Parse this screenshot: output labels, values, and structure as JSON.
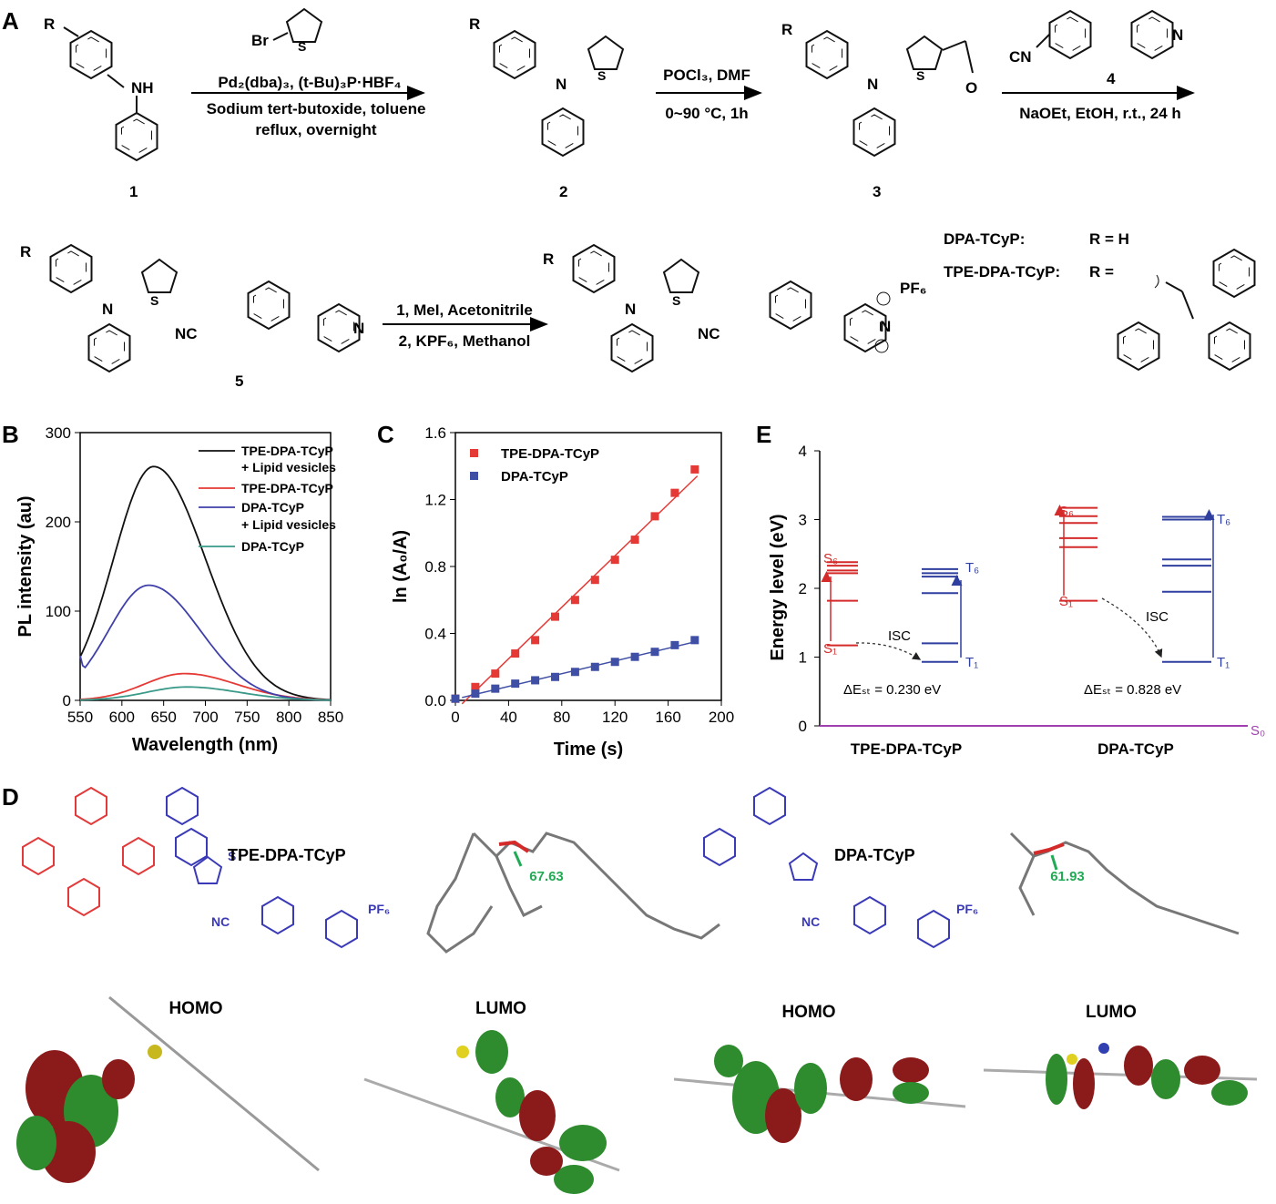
{
  "panels": {
    "A": "A",
    "B": "B",
    "C": "C",
    "D": "D",
    "E": "E"
  },
  "schemeA": {
    "sub_R": "R",
    "nh": "NH",
    "br": "Br",
    "s": "S",
    "n": "N",
    "o": "O",
    "cn": "CN",
    "nc": "NC",
    "r1_line1": "Pd₂(dba)₃, (t-Bu)₃P·HBF₄",
    "r1_line2": "Sodium tert-butoxide, toluene",
    "r1_line3": "reflux, overnight",
    "r2_line1": "POCl₃, DMF",
    "r2_line2": "0~90 °C, 1h",
    "r3_num": "4",
    "r3_line": "NaOEt, EtOH, r.t., 24 h",
    "r4_line1": "1, MeI, Acetonitrile",
    "r4_line2": "2, KPF₆, Methanol",
    "pf6": "PF₆",
    "c1": "1",
    "c2": "2",
    "c3": "3",
    "c5": "5",
    "def1": "DPA-TCyP:",
    "def1_r": "R = H",
    "def2": "TPE-DPA-TCyP:",
    "def2_r": "R ="
  },
  "panelB": {
    "xlabel": "Wavelength (nm)",
    "ylabel": "PL intensity (au)",
    "xticks": [
      "550",
      "600",
      "650",
      "700",
      "750",
      "800",
      "850"
    ],
    "yticks": [
      "0",
      "100",
      "200",
      "300"
    ],
    "legend": [
      "TPE-DPA-TCyP",
      "+ Lipid vesicles",
      "TPE-DPA-TCyP",
      "DPA-TCyP",
      "+ Lipid vesicles",
      "DPA-TCyP"
    ]
  },
  "panelC": {
    "xlabel": "Time (s)",
    "ylabel": "ln (A₀/A)",
    "xticks": [
      "0",
      "40",
      "80",
      "120",
      "160",
      "200"
    ],
    "yticks": [
      "0.0",
      "0.4",
      "0.8",
      "1.2",
      "1.6"
    ],
    "legend": [
      "TPE-DPA-TCyP",
      "DPA-TCyP"
    ]
  },
  "panelE": {
    "ylabel": "Energy level (eV)",
    "yticks": [
      "0",
      "1",
      "2",
      "3",
      "4"
    ],
    "xcats": [
      "TPE-DPA-TCyP",
      "DPA-TCyP"
    ],
    "de1": "ΔEₛₜ = 0.230 eV",
    "de2": "ΔEₛₜ = 0.828 eV",
    "isc": "ISC",
    "s0": "S₀",
    "s1": "S₁",
    "s6": "S₆",
    "t1": "T₁",
    "t6": "T₆"
  },
  "panelD": {
    "name1": "TPE-DPA-TCyP",
    "name2": "DPA-TCyP",
    "angle1": "67.63",
    "angle2": "61.93",
    "homo": "HOMO",
    "lumo": "LUMO"
  },
  "chart_data": [
    {
      "type": "line",
      "panel": "B",
      "xlabel": "Wavelength (nm)",
      "ylabel": "PL intensity (au)",
      "xlim": [
        550,
        850
      ],
      "ylim": [
        0,
        300
      ],
      "series": [
        {
          "name": "TPE-DPA-TCyP + Lipid vesicles",
          "color": "#111111",
          "peak_x": 638,
          "peak_y": 262,
          "start_y": 33,
          "end_y": 1
        },
        {
          "name": "TPE-DPA-TCyP",
          "color": "#e53935",
          "peak_x": 675,
          "peak_y": 30,
          "start_y": 1,
          "end_y": 0
        },
        {
          "name": "DPA-TCyP + Lipid vesicles",
          "color": "#3f3faa",
          "peak_x": 632,
          "peak_y": 129,
          "start_y": 50,
          "end_y": 0
        },
        {
          "name": "DPA-TCyP",
          "color": "#3a9a8a",
          "peak_x": 678,
          "peak_y": 15,
          "start_y": 0,
          "end_y": 0
        }
      ]
    },
    {
      "type": "scatter",
      "panel": "C",
      "xlabel": "Time (s)",
      "ylabel": "ln (A₀/A)",
      "xlim": [
        0,
        200
      ],
      "ylim": [
        0,
        1.6
      ],
      "series": [
        {
          "name": "TPE-DPA-TCyP",
          "color": "#e53935",
          "x": [
            0,
            15,
            30,
            45,
            60,
            75,
            90,
            105,
            120,
            135,
            150,
            165,
            180
          ],
          "y": [
            0.01,
            0.08,
            0.16,
            0.28,
            0.36,
            0.5,
            0.6,
            0.72,
            0.84,
            0.96,
            1.1,
            1.24,
            1.38
          ]
        },
        {
          "name": "DPA-TCyP",
          "color": "#3f4fa5",
          "x": [
            0,
            15,
            30,
            45,
            60,
            75,
            90,
            105,
            120,
            135,
            150,
            165,
            180
          ],
          "y": [
            0.01,
            0.04,
            0.07,
            0.1,
            0.12,
            0.14,
            0.17,
            0.2,
            0.23,
            0.26,
            0.29,
            0.33,
            0.36
          ]
        }
      ]
    },
    {
      "type": "bar",
      "panel": "E",
      "ylabel": "Energy level (eV)",
      "ylim": [
        0,
        4
      ],
      "categories": [
        "TPE-DPA-TCyP",
        "DPA-TCyP"
      ],
      "series": [
        {
          "name": "S",
          "color": "#d42a2a",
          "levels": [
            [
              1.17,
              1.82,
              2.22,
              2.26,
              2.33,
              2.38
            ],
            [
              1.82,
              2.6,
              2.73,
              2.95,
              3.05,
              3.17
            ]
          ]
        },
        {
          "name": "T",
          "color": "#2f3f9f",
          "levels": [
            [
              0.93,
              1.2,
              1.93,
              2.17,
              2.22,
              2.28
            ],
            [
              0.93,
              1.95,
              2.33,
              2.42,
              3.0,
              3.04
            ]
          ]
        }
      ]
    }
  ]
}
